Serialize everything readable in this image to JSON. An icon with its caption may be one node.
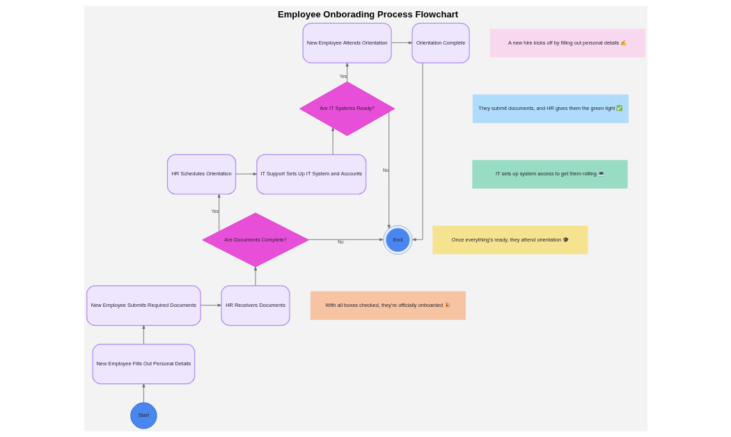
{
  "diagram": {
    "title": "Employee Onborading Process Flowchart",
    "nodes": [
      {
        "text": [
          "Start"
        ]
      },
      {
        "text": [
          "New Employee Fills Out Personal Details"
        ]
      },
      {
        "text": [
          "New Employee Submits Required Documents"
        ]
      },
      {
        "text": [
          "HR Receivers Documents"
        ]
      },
      {
        "text": [
          "Are Documents Complete?"
        ]
      },
      {
        "text": [
          "HR Schedules Orientation"
        ]
      },
      {
        "text": [
          "IT Support Sets Up IT System and Accounts"
        ]
      },
      {
        "text": [
          "Are IT Systems Ready?"
        ]
      },
      {
        "text": [
          "New Employee Attends Orientation"
        ]
      },
      {
        "text": [
          "Orientation Complete"
        ]
      },
      {
        "text": [
          "End"
        ]
      },
      {
        "text": [
          "A new hire kicks off by filling out personal details ✍️"
        ]
      },
      {
        "text": [
          "They submit documents, and HR gives them the green light ✅"
        ]
      },
      {
        "text": [
          "IT sets up system access to get them rolling 💻"
        ]
      },
      {
        "text": [
          "Once everything's ready, they attend orientation 🎓"
        ]
      },
      {
        "text": [
          "With all boxes checked, they're officially onboarded 🎉"
        ]
      }
    ],
    "edges": [
      {
        "from": 0,
        "to": 1,
        "arrow": "to"
      },
      {
        "from": 1,
        "to": 2,
        "arrow": "to"
      },
      {
        "from": 2,
        "to": 3,
        "arrow": "to"
      },
      {
        "from": 3,
        "to": 4,
        "arrow": "to"
      },
      {
        "from": 4,
        "to": 5,
        "arrow": "to",
        "label": "Yes"
      },
      {
        "from": 4,
        "to": 10,
        "arrow": "to",
        "label": "No"
      },
      {
        "from": 5,
        "to": 6,
        "arrow": "to"
      },
      {
        "from": 6,
        "to": 7,
        "arrow": "to"
      },
      {
        "from": 7,
        "to": 8,
        "arrow": "to",
        "label": "Yes"
      },
      {
        "from": 7,
        "to": 10,
        "arrow": "to",
        "label": "No"
      },
      {
        "from": 8,
        "to": 9,
        "arrow": "to"
      },
      {
        "from": 9,
        "to": 10,
        "arrow": "to"
      }
    ]
  }
}
